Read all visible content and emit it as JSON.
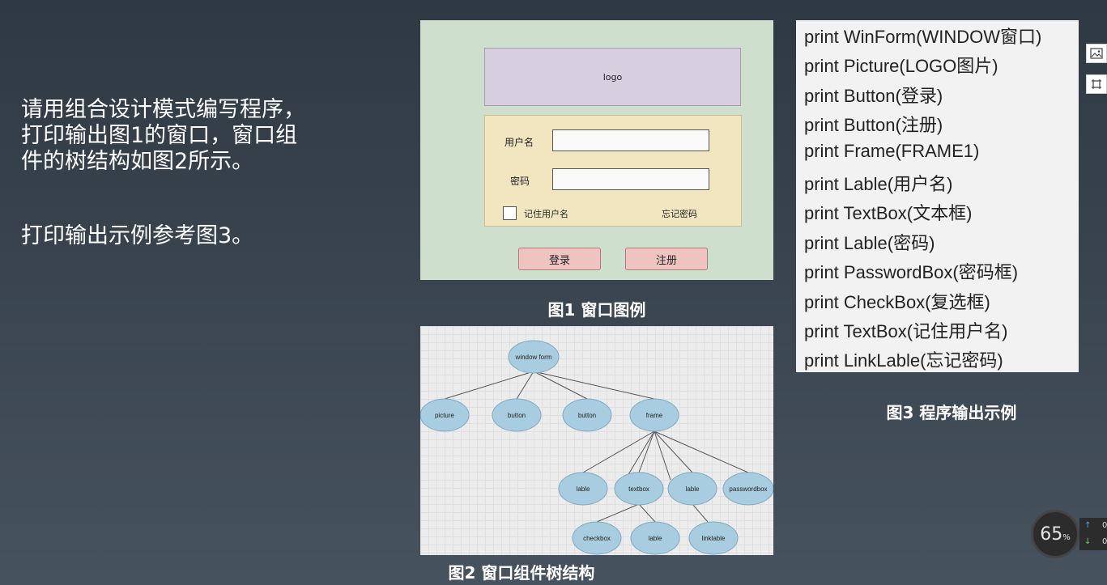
{
  "task": {
    "paragraph1": "请用组合设计模式编写程序，打印输出图1的窗口，窗口组件的树结构如图2所示。",
    "paragraph2": "打印输出示例参考图3。"
  },
  "figure1": {
    "logo": "logo",
    "username_label": "用户名",
    "password_label": "密码",
    "remember_label": "记住用户名",
    "forgot_link": "忘记密码",
    "login_button": "登录",
    "register_button": "注册",
    "caption": "图1 窗口图例"
  },
  "figure2": {
    "caption": "图2 窗口组件树结构",
    "nodes": {
      "root": "window form",
      "picture": "picture",
      "button1": "button",
      "button2": "button",
      "frame": "frame",
      "lable1": "lable",
      "textbox": "textbox",
      "lable2": "lable",
      "passwordbox": "passwordbox",
      "checkbox": "checkbox",
      "lable3": "lable",
      "linklable": "linklable"
    }
  },
  "figure3": {
    "caption": "图3 程序输出示例",
    "lines": [
      "print WinForm(WINDOW窗口)",
      "print Picture(LOGO图片)",
      "print Button(登录)",
      "print Button(注册)",
      "print Frame(FRAME1)",
      "print Lable(用户名)",
      "print TextBox(文本框)",
      "print Lable(密码)",
      "print PasswordBox(密码框)",
      "print CheckBox(复选框)",
      "print TextBox(记住用户名)",
      "print LinkLable(忘记密码)"
    ]
  },
  "widgets": {
    "gauge_value": "65",
    "gauge_unit": "%",
    "net_up": "0",
    "net_down": "0",
    "icons": [
      "image-icon",
      "crop-icon"
    ]
  }
}
